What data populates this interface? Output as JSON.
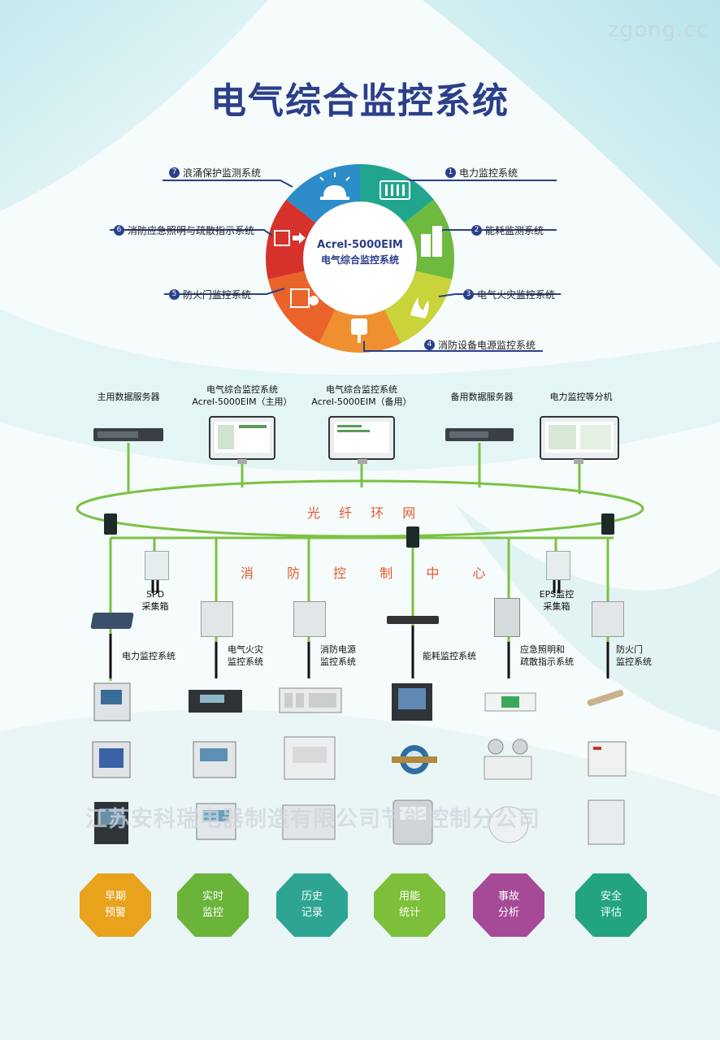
{
  "watermark": "zgong.cc",
  "title": "电气综合监控系统",
  "center": {
    "line1": "Acrel-5000EIM",
    "line2": "电气综合监控系统"
  },
  "ring_items": [
    {
      "num": "1",
      "label": "电力监控系统",
      "color": "#21a58e"
    },
    {
      "num": "2",
      "label": "能耗监测系统",
      "color": "#6dba3e"
    },
    {
      "num": "3",
      "label": "电气火灾监控系统",
      "color": "#c9d33a"
    },
    {
      "num": "4",
      "label": "消防设备电源监控系统",
      "color": "#ef8f2f"
    },
    {
      "num": "5",
      "label": "防火门监控系统",
      "color": "#e9632b"
    },
    {
      "num": "6",
      "label": "消防应急照明与疏散指示系统",
      "color": "#d7312b"
    },
    {
      "num": "7",
      "label": "浪涌保护监测系统",
      "color": "#2c8dc8"
    }
  ],
  "servers": [
    {
      "label": "主用数据服务器"
    },
    {
      "label": "电气综合监控系统\nAcrel-5000EIM（主用）"
    },
    {
      "label": "电气综合监控系统\nAcrel-5000EIM（备用）"
    },
    {
      "label": "备用数据服务器"
    },
    {
      "label": "电力监控等分机"
    }
  ],
  "network": {
    "ring_label": "光 纤 环 网",
    "center_label": "消 防 控 制 中 心"
  },
  "collectors": [
    {
      "label": "SPD\n采集箱"
    },
    {
      "label": "EPS监控\n采集箱"
    }
  ],
  "subsystems": [
    {
      "label": "电力监控系统"
    },
    {
      "label": "电气火灾\n监控系统"
    },
    {
      "label": "消防电源\n监控系统"
    },
    {
      "label": "能耗监控系统"
    },
    {
      "label": "应急照明和\n疏散指示系统"
    },
    {
      "label": "防火门\n监控系统"
    }
  ],
  "company": "江苏安科瑞电器制造有限公司节能控制分公司",
  "features": [
    {
      "line1": "早期",
      "line2": "预警",
      "color": "#e8a21c"
    },
    {
      "line1": "实时",
      "line2": "监控",
      "color": "#6ab43a"
    },
    {
      "line1": "历史",
      "line2": "记录",
      "color": "#2ea592"
    },
    {
      "line1": "用能",
      "line2": "统计",
      "color": "#7cbf3a"
    },
    {
      "line1": "事故",
      "line2": "分析",
      "color": "#a64a97"
    },
    {
      "line1": "安全",
      "line2": "评估",
      "color": "#22a481"
    }
  ]
}
